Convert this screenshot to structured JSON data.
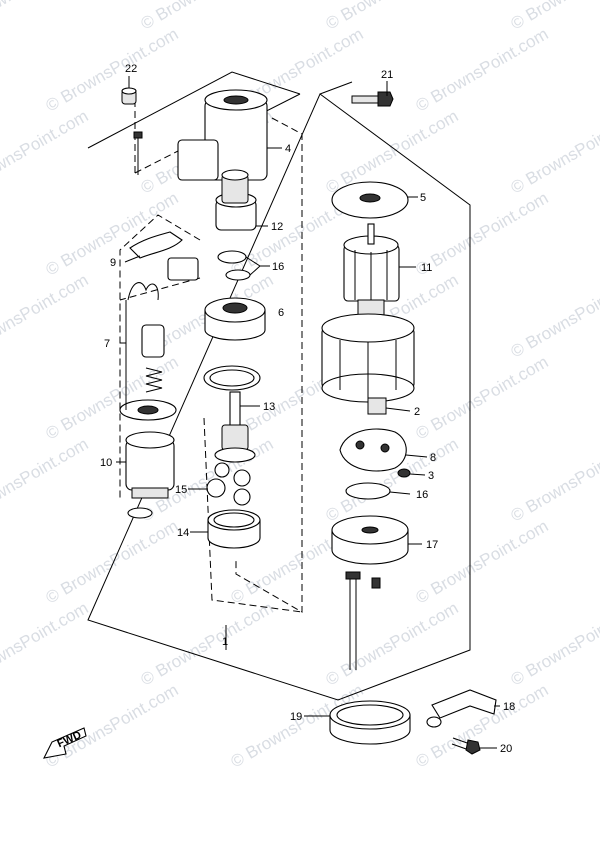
{
  "watermark": "© BrownsPoint.com",
  "fwd_label": "FWD",
  "callouts": [
    "22",
    "21",
    "4",
    "5",
    "12",
    "9",
    "16",
    "11",
    "6",
    "7",
    "13",
    "2",
    "8",
    "10",
    "3",
    "16",
    "15",
    "17",
    "14",
    "1",
    "19",
    "18",
    "20"
  ]
}
